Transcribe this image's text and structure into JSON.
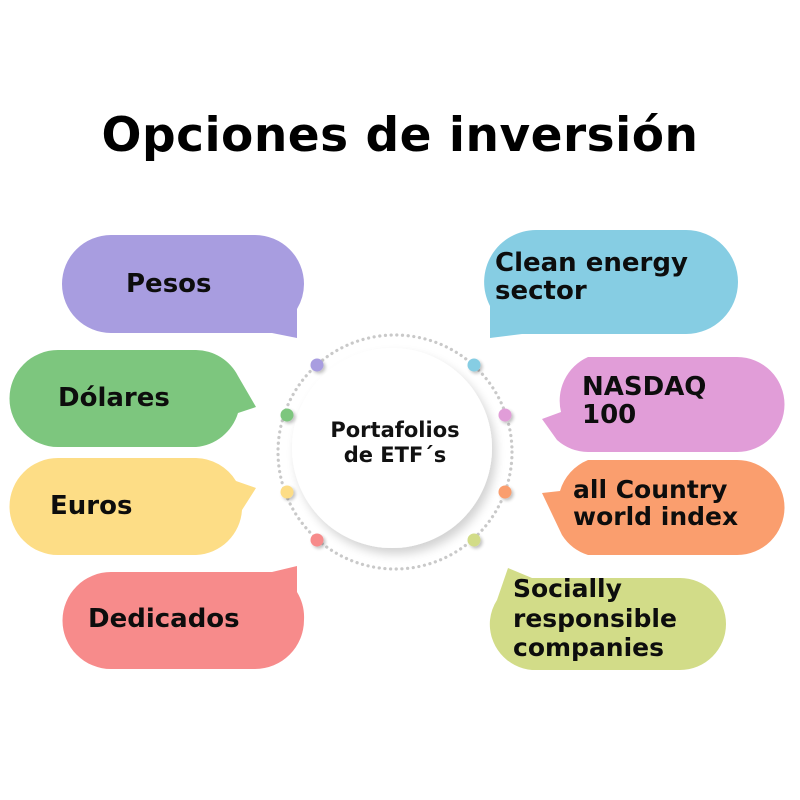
{
  "title": "Opciones de inversión",
  "center": {
    "line1": "Portafolios",
    "line2": "de ETF´s"
  },
  "left_options": [
    {
      "label": "Pesos",
      "color": "#A89DE0"
    },
    {
      "label": "Dólares",
      "color": "#7DC67E"
    },
    {
      "label": "Euros",
      "color": "#FDDD86"
    },
    {
      "label": "Dedicados",
      "color": "#F78B8B"
    }
  ],
  "right_options": [
    {
      "label": "Clean energy sector",
      "lines": [
        "Clean energy",
        "sector"
      ],
      "color": "#86CDE3"
    },
    {
      "label": "NASDAQ 100",
      "lines": [
        "NASDAQ",
        "100"
      ],
      "color": "#E19DD8"
    },
    {
      "label": "all Country world index",
      "lines": [
        "all Country",
        "world index"
      ],
      "color": "#FA9E6E"
    },
    {
      "label": "Socially responsible companies",
      "lines": [
        "Socially",
        "responsible",
        "companies"
      ],
      "color": "#D2DC88"
    }
  ],
  "connector_dots": [
    {
      "side": "left",
      "color": "#A89DE0"
    },
    {
      "side": "left",
      "color": "#7DC67E"
    },
    {
      "side": "left",
      "color": "#FDDD86"
    },
    {
      "side": "left",
      "color": "#F78B8B"
    },
    {
      "side": "right",
      "color": "#86CDE3"
    },
    {
      "side": "right",
      "color": "#E19DD8"
    },
    {
      "side": "right",
      "color": "#FA9E6E"
    },
    {
      "side": "right",
      "color": "#D2DC88"
    }
  ]
}
